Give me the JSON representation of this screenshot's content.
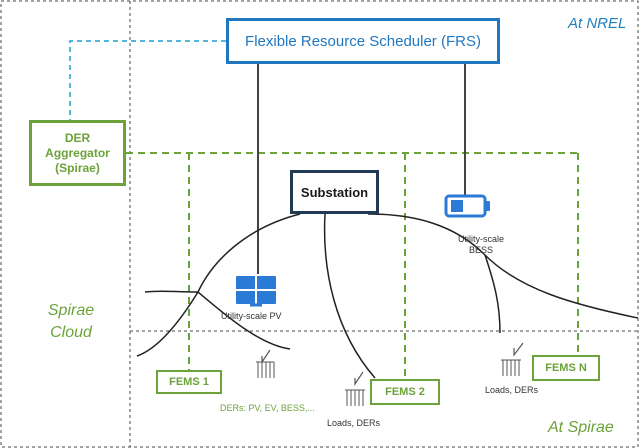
{
  "zones": {
    "nrel": "At NREL",
    "spirae": "At Spirae",
    "cloud_line1": "Spirae",
    "cloud_line2": "Cloud"
  },
  "boxes": {
    "frs": "Flexible Resource Scheduler (FRS)",
    "der_line1": "DER",
    "der_line2": "Aggregator",
    "der_line3": "(Spirae)",
    "substation": "Substation",
    "fems1": "FEMS 1",
    "fems2": "FEMS 2",
    "femsn": "FEMS N"
  },
  "labels": {
    "pv": "Utility-scale PV",
    "bess_line1": "Utility-scale",
    "bess_line2": "BESS",
    "ders1": "DERs: PV, EV, BESS,...",
    "ders2": "Loads, DERs",
    "dersn": "Loads, DERs"
  },
  "colors": {
    "blue": "#1f77c0",
    "green": "#6ca23a",
    "dark": "#1f3a52",
    "grey": "#444444"
  },
  "icons": {
    "solar": "solar-panel-icon",
    "battery": "battery-icon",
    "load": "load-icon"
  }
}
